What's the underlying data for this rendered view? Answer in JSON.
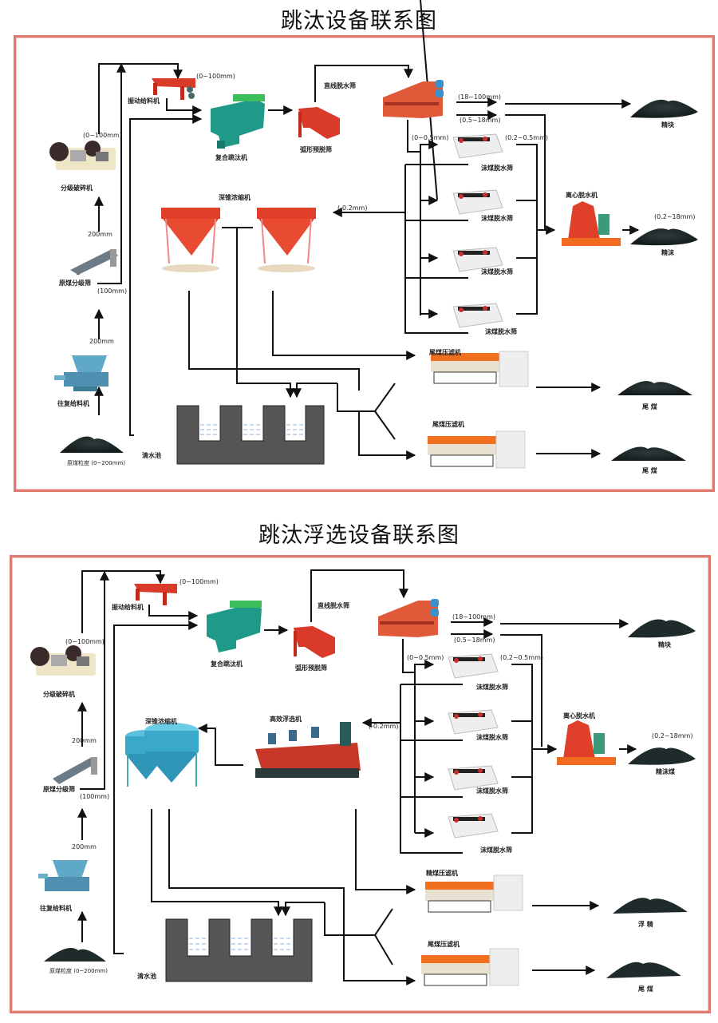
{
  "diagrams": [
    {
      "title": "跳汰设备联系图",
      "labels": {
        "raw_coal": "原煤粒度 (0~200mm)",
        "reciprocating_feeder": "往复给料机",
        "raw_coal_screen": "原煤分级筛",
        "crusher": "分级破碎机",
        "vibrating_feeder": "振动给料机",
        "jig": "复合跳汰机",
        "sieve_bend": "弧形预脱筛",
        "linear_dewatering_screen": "直线脱水筛",
        "slime_screen_1": "沫煤脱水筛",
        "slime_screen_2": "沫煤脱水筛",
        "slime_screen_3": "沫煤脱水筛",
        "slime_screen_4": "沫煤脱水筛",
        "centrifuge": "离心脱水机",
        "thickener": "深锥浓缩机",
        "filter_press_1": "尾煤压滤机",
        "filter_press_2": "尾煤压滤机",
        "clear_water_pool": "清水池",
        "product_lump": "精块",
        "product_fine": "精沫",
        "product_tail_1": "尾  煤",
        "product_tail_2": "尾  煤"
      },
      "sizes": {
        "s200a": "200mm",
        "s100": "(100mm)",
        "s200b": "200mm",
        "crusher_out": "(0~100mm)",
        "feeder_in": "(0~100mm)",
        "lump": "(18~100mm)",
        "mid": "(0.5~18mm)",
        "fine": "(0~0.5mm)",
        "slime_out": "(0.2~0.5mm)",
        "minus": "(-0.2mm)",
        "fine_product": "(0.2~18mm)"
      }
    },
    {
      "title": "跳汰浮选设备联系图",
      "labels": {
        "raw_coal": "原煤粒度 (0~200mm)",
        "reciprocating_feeder": "往复给料机",
        "raw_coal_screen": "原煤分级筛",
        "crusher": "分级破碎机",
        "vibrating_feeder": "振动给料机",
        "jig": "复合跳汰机",
        "sieve_bend": "弧形预脱筛",
        "linear_dewatering_screen": "直线脱水筛",
        "slime_screen_1": "沫煤脱水筛",
        "slime_screen_2": "沫煤脱水筛",
        "slime_screen_3": "沫煤脱水筛",
        "slime_screen_4": "沫煤脱水筛",
        "centrifuge": "离心脱水机",
        "thickener": "深锥浓缩机",
        "flotation": "高效浮选机",
        "filter_press_1": "精煤压滤机",
        "filter_press_2": "尾煤压滤机",
        "clear_water_pool": "清水池",
        "product_lump": "精块",
        "product_fine": "精沫煤",
        "product_tail_1": "浮  精",
        "product_tail_2": "尾  煤"
      },
      "sizes": {
        "s200a": "200mm",
        "s100": "(100mm)",
        "s200b": "200mm",
        "crusher_out": "(0~100mm)",
        "feeder_in": "(0~100mm)",
        "lump": "(18~100mm)",
        "mid": "(0.5~18mm)",
        "fine": "(0~0.5mm)",
        "slime_out": "(0.2~0.5mm)",
        "minus": "(-0.2mm)",
        "fine_product": "(0.2~18mm)"
      }
    }
  ],
  "colors": {
    "frame": "#e07a70",
    "line": "#111111",
    "coal": "#1f2a2a",
    "red_equipment": "#d93a2a",
    "teal_equipment": "#1f9a88",
    "orange_press": "#f07020",
    "blue_equipment": "#3aa8c8",
    "pool": "#555555",
    "water": "#8ab4e8"
  }
}
